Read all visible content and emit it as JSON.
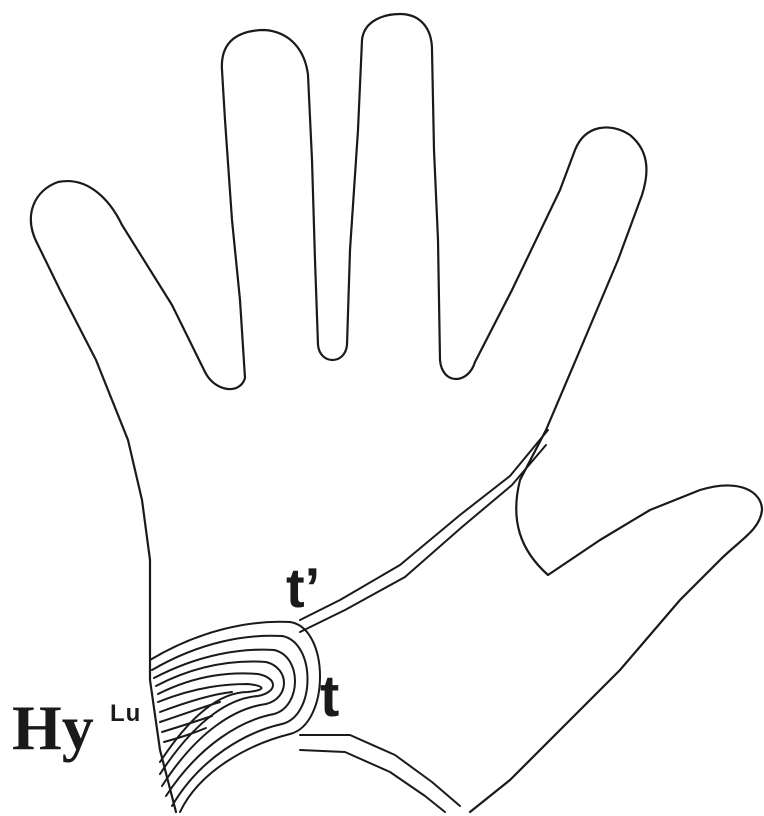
{
  "labels": {
    "axial_triradius_distal": "t’",
    "axial_triradius": "t",
    "hypothenar_pattern": "Hy",
    "hypothenar_pattern_superscript": "Lu"
  }
}
